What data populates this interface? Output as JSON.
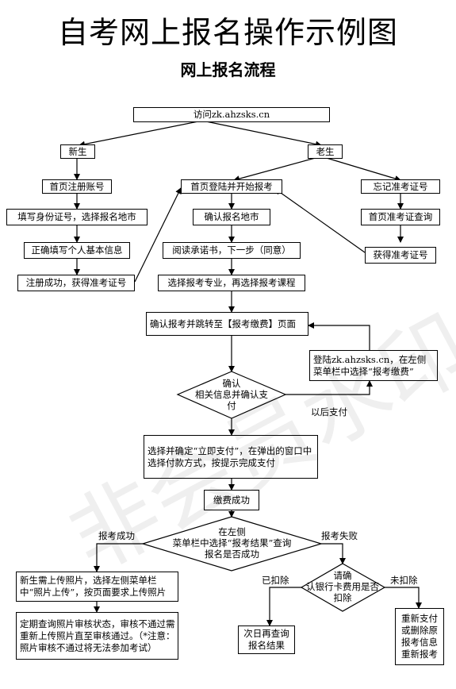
{
  "title": "自考网上报名操作示例图",
  "subtitle": "网上报名流程",
  "watermark": "非会员水印",
  "nodes": {
    "visit": "访问zk.ahzsks.cn",
    "new_student": "新生",
    "old_student": "老生",
    "register": "首页注册账号",
    "login_start": "首页登陆并开始报考",
    "forgot_ticket": "忘记准考证号",
    "fill_id": "填写身份证号，选择报名地市",
    "confirm_city": "确认报名地市",
    "query_ticket": "首页准考证查询",
    "fill_info": "正确填写个人基本信息",
    "read_promise": "阅读承诺书，下一步（同意）",
    "get_ticket": "获得准考证号",
    "reg_success": "注册成功，获得准考证号",
    "choose_major": "选择报考专业，再选择报考课程",
    "confirm_jump": "确认报考并跳转至【报考缴费】页面",
    "login_pay": "登陆zk.ahzsks.cn，在左侧菜单栏中选择“报考缴费”",
    "confirm_pay_1": "确认",
    "confirm_pay_2": "相关信息并确认支",
    "confirm_pay_3": "付",
    "pay_later": "以后支付",
    "pay_now": "选择并确定“立即支付”，在弹出的窗口中选择付款方式，按提示完成支付",
    "pay_success": "缴费成功",
    "result_1": "在左侧",
    "result_2": "菜单栏中选择“报考结果”查询",
    "result_3": "报名是否成功",
    "success_label": "报考成功",
    "fail_label": "报考失败",
    "upload_photo": "新生需上传照片，选择左侧菜单栏中“照片上传”，按页面要求上传照片",
    "photo_check": "定期查询照片审核状态，审核不通过需重新上传照片直至审核通过。（*注意：照片审核不通过将无法参加考试）",
    "bank_1": "请确",
    "bank_2": "认银行卡费用是否",
    "bank_3": "扣除",
    "deducted_label": "已扣除",
    "not_deducted_label": "未扣除",
    "next_day": "次日再查询报名结果",
    "repay": "重新支付或删除原报考信息重新报考"
  }
}
